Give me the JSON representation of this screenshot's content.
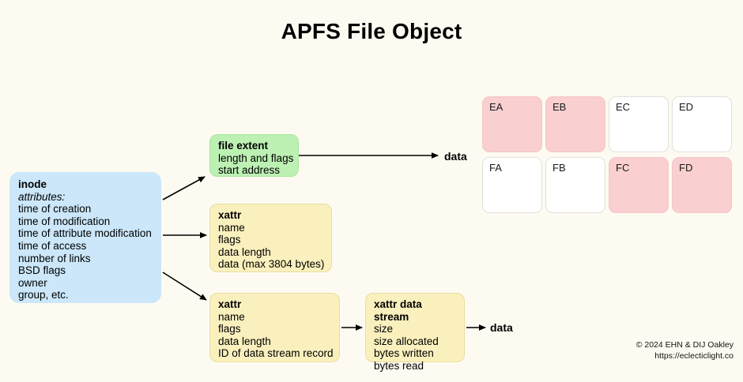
{
  "diagram": {
    "title": "APFS File Object",
    "background_color": "#fdfbf1"
  },
  "nodes": {
    "inode": {
      "header": "inode",
      "subheader": "attributes:",
      "color": "#cbe7f9",
      "lines": [
        "time of creation",
        "time of modification",
        "time of attribute modification",
        "time of access",
        "number of links",
        "BSD flags",
        "owner",
        "group, etc."
      ]
    },
    "file_extent": {
      "header": "file extent",
      "color": "#bdf0b3",
      "lines": [
        "length and flags",
        "start address"
      ]
    },
    "xattr_inline": {
      "header": "xattr",
      "color": "#faf0bd",
      "lines": [
        "name",
        "flags",
        "data length",
        "data (max 3804 bytes)"
      ]
    },
    "xattr_stream_ref": {
      "header": "xattr",
      "color": "#faf0bd",
      "lines": [
        "name",
        "flags",
        "data length",
        "ID of data stream record"
      ]
    },
    "xattr_data_stream": {
      "header": "xattr data stream",
      "color": "#faf0bd",
      "lines": [
        "size",
        "size allocated",
        "bytes written",
        "bytes read"
      ]
    }
  },
  "labels": {
    "data_top": "data",
    "data_bottom": "data"
  },
  "blocks": {
    "used_color": "#f9cfcf",
    "free_color": "#ffffff",
    "items": [
      {
        "label": "EA",
        "state": "used"
      },
      {
        "label": "EB",
        "state": "used"
      },
      {
        "label": "EC",
        "state": "free"
      },
      {
        "label": "ED",
        "state": "free"
      },
      {
        "label": "FA",
        "state": "free"
      },
      {
        "label": "FB",
        "state": "free"
      },
      {
        "label": "FC",
        "state": "used"
      },
      {
        "label": "FD",
        "state": "used"
      }
    ]
  },
  "credit": {
    "line1": "© 2024 EHN & DIJ Oakley",
    "line2": "https://eclecticlight.co"
  }
}
